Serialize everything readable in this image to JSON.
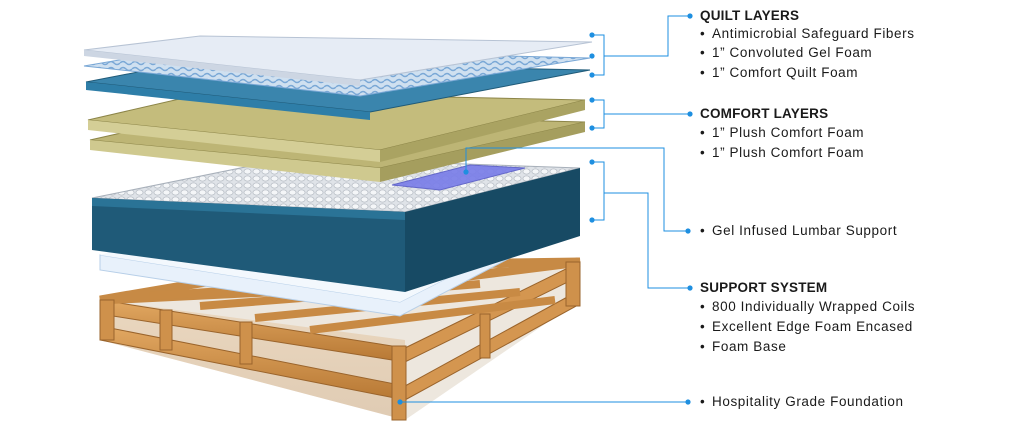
{
  "sections": {
    "quilt": {
      "title": "QUILT LAYERS",
      "items": [
        "Antimicrobial Safeguard Fibers",
        "1” Convoluted Gel Foam",
        "1” Comfort Quilt Foam"
      ]
    },
    "comfort": {
      "title": "COMFORT LAYERS",
      "items": [
        "1” Plush Comfort Foam",
        "1” Plush Comfort Foam"
      ]
    },
    "lumbar": {
      "item": "Gel Infused Lumbar Support"
    },
    "support": {
      "title": "SUPPORT SYSTEM",
      "items": [
        "800 Individually Wrapped Coils",
        "Excellent Edge Foam Encased",
        "Foam Base"
      ]
    },
    "foundation": {
      "item": "Hospitality Grade Foundation"
    }
  },
  "bullet": "•",
  "colors": {
    "leader": "#1e8fe0",
    "quilt_top": "#e6ecf5",
    "quilt_wave": "#8fb6dd",
    "quilt_foam": "#2e7ea8",
    "comfort_foam": "#b8b070",
    "coil_border": "#1f5a78",
    "lumbar": "#6f73e0",
    "foam_base": "#d9e8f7",
    "wood": "#c78a45"
  }
}
